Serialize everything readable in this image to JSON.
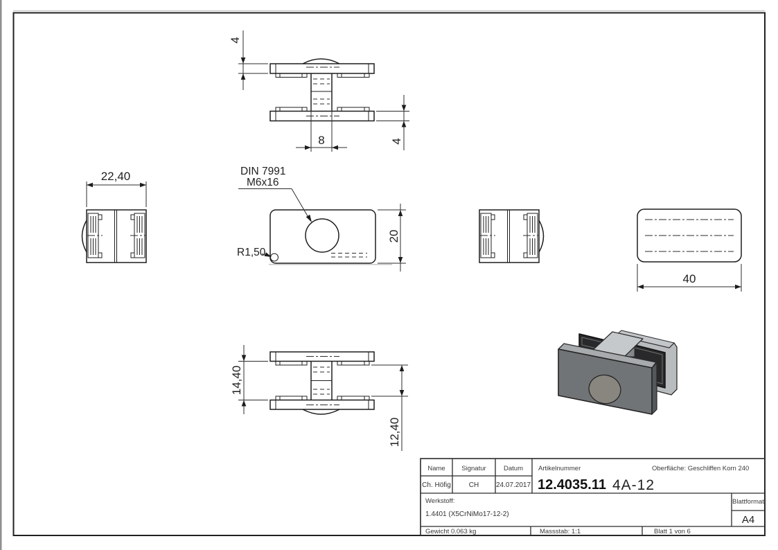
{
  "drawing": {
    "annotations": {
      "screw_spec_line1": "DIN 7991",
      "screw_spec_line2": "M6x16",
      "corner_radius": "R1,50"
    },
    "dimensions": {
      "flange_thickness_top": "4",
      "web_width": "8",
      "flange_thickness_bottom": "4",
      "side_width": "22,40",
      "front_height": "20",
      "plate_length": "40",
      "outer_gap": "14,40",
      "inner_gap": "12,40"
    },
    "colors": {
      "line": "#1d1d1d",
      "iso_body": "#717476",
      "iso_top": "#c6c9cb",
      "iso_pad": "#29292b",
      "iso_screw": "#898680"
    }
  },
  "title_block": {
    "name_label": "Name",
    "signature_label": "Signatur",
    "date_label": "Datum",
    "article_label": "Artikelnummer",
    "surface_label": "Oberfläche:  Geschliffen Korn 240",
    "name_value": "Ch. Höfig",
    "signature_value": "CH",
    "date_value": "24.07.2017",
    "article_number": "12.4035.11",
    "article_suffix": "4A-12",
    "material_label": "Werkstoff:",
    "material_value": "1.4401 (X5CrNiMo17-12-2)",
    "sheet_format_label": "Blattformat",
    "sheet_format_value": "A4",
    "weight": "Gewicht 0.063 kg",
    "scale": "Massstab: 1:1",
    "sheet": "Blatt 1 von 6"
  }
}
